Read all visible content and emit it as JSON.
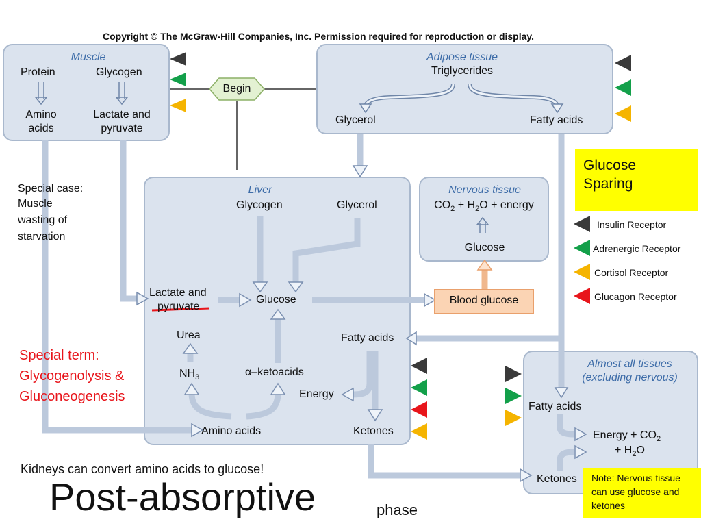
{
  "copyright": "Copyright © The McGraw-Hill Companies, Inc. Permission required for reproduction or display.",
  "begin": "Begin",
  "muscle": {
    "title": "Muscle",
    "protein": "Protein",
    "glycogen": "Glycogen",
    "amino_1": "Amino",
    "amino_2": "acids",
    "lactate_1": "Lactate and",
    "lactate_2": "pyruvate"
  },
  "adipose": {
    "title": "Adipose tissue",
    "triglycerides": "Triglycerides",
    "glycerol": "Glycerol",
    "fatty_acids": "Fatty acids"
  },
  "liver": {
    "title": "Liver",
    "glycogen": "Glycogen",
    "glycerol": "Glycerol",
    "lactate_1": "Lactate and",
    "lactate_2": "pyruvate",
    "glucose": "Glucose",
    "urea": "Urea",
    "nh3": "NH",
    "nh3_sub": "3",
    "ketoacids": "α–ketoacids",
    "fatty_acids": "Fatty acids",
    "energy": "Energy",
    "amino_acids": "Amino acids",
    "ketones": "Ketones"
  },
  "nervous": {
    "title": "Nervous tissue",
    "co2": "CO",
    "co2_sub": "2",
    "plus_h": " + H",
    "h2o_sub": "2",
    "o_energy": "O + energy",
    "glucose": "Glucose"
  },
  "blood_glucose": "Blood glucose",
  "tissues": {
    "title_1": "Almost all tissues",
    "title_2": "(excluding nervous)",
    "fatty_acids": "Fatty acids",
    "energy_a": "Energy + CO",
    "energy_sub": "2",
    "energy_b": "+ H",
    "energy_sub2": "2",
    "energy_c": "O",
    "ketones": "Ketones"
  },
  "glucose_sparing": {
    "line1": "Glucose",
    "line2": "Sparing"
  },
  "legend": [
    {
      "label": "Insulin Receptor",
      "color": "#3a3a3a"
    },
    {
      "label": "Adrenergic Receptor",
      "color": "#13a04a"
    },
    {
      "label": "Cortisol Receptor",
      "color": "#f5b400"
    },
    {
      "label": "Glucagon Receptor",
      "color": "#e8151b"
    }
  ],
  "special_case": [
    "Special case:",
    "Muscle",
    "wasting of",
    "starvation"
  ],
  "special_term": [
    "Special term:",
    "Glycogenolysis &",
    "Gluconeogenesis"
  ],
  "kidneys": "Kidneys can convert amino acids to glucose!",
  "title_big": "Post-absorptive",
  "title_small": "phase",
  "note": [
    "Note: Nervous tissue",
    "can use glucose and",
    "ketones"
  ],
  "colors": {
    "box_fill": "#dbe3ee",
    "box_border": "#a9b8cd",
    "tissue_title": "#3d6ca8",
    "accent_red": "#e8151b",
    "highlight_yellow": "#ffff00",
    "blood_fill": "#fbd4b4"
  }
}
